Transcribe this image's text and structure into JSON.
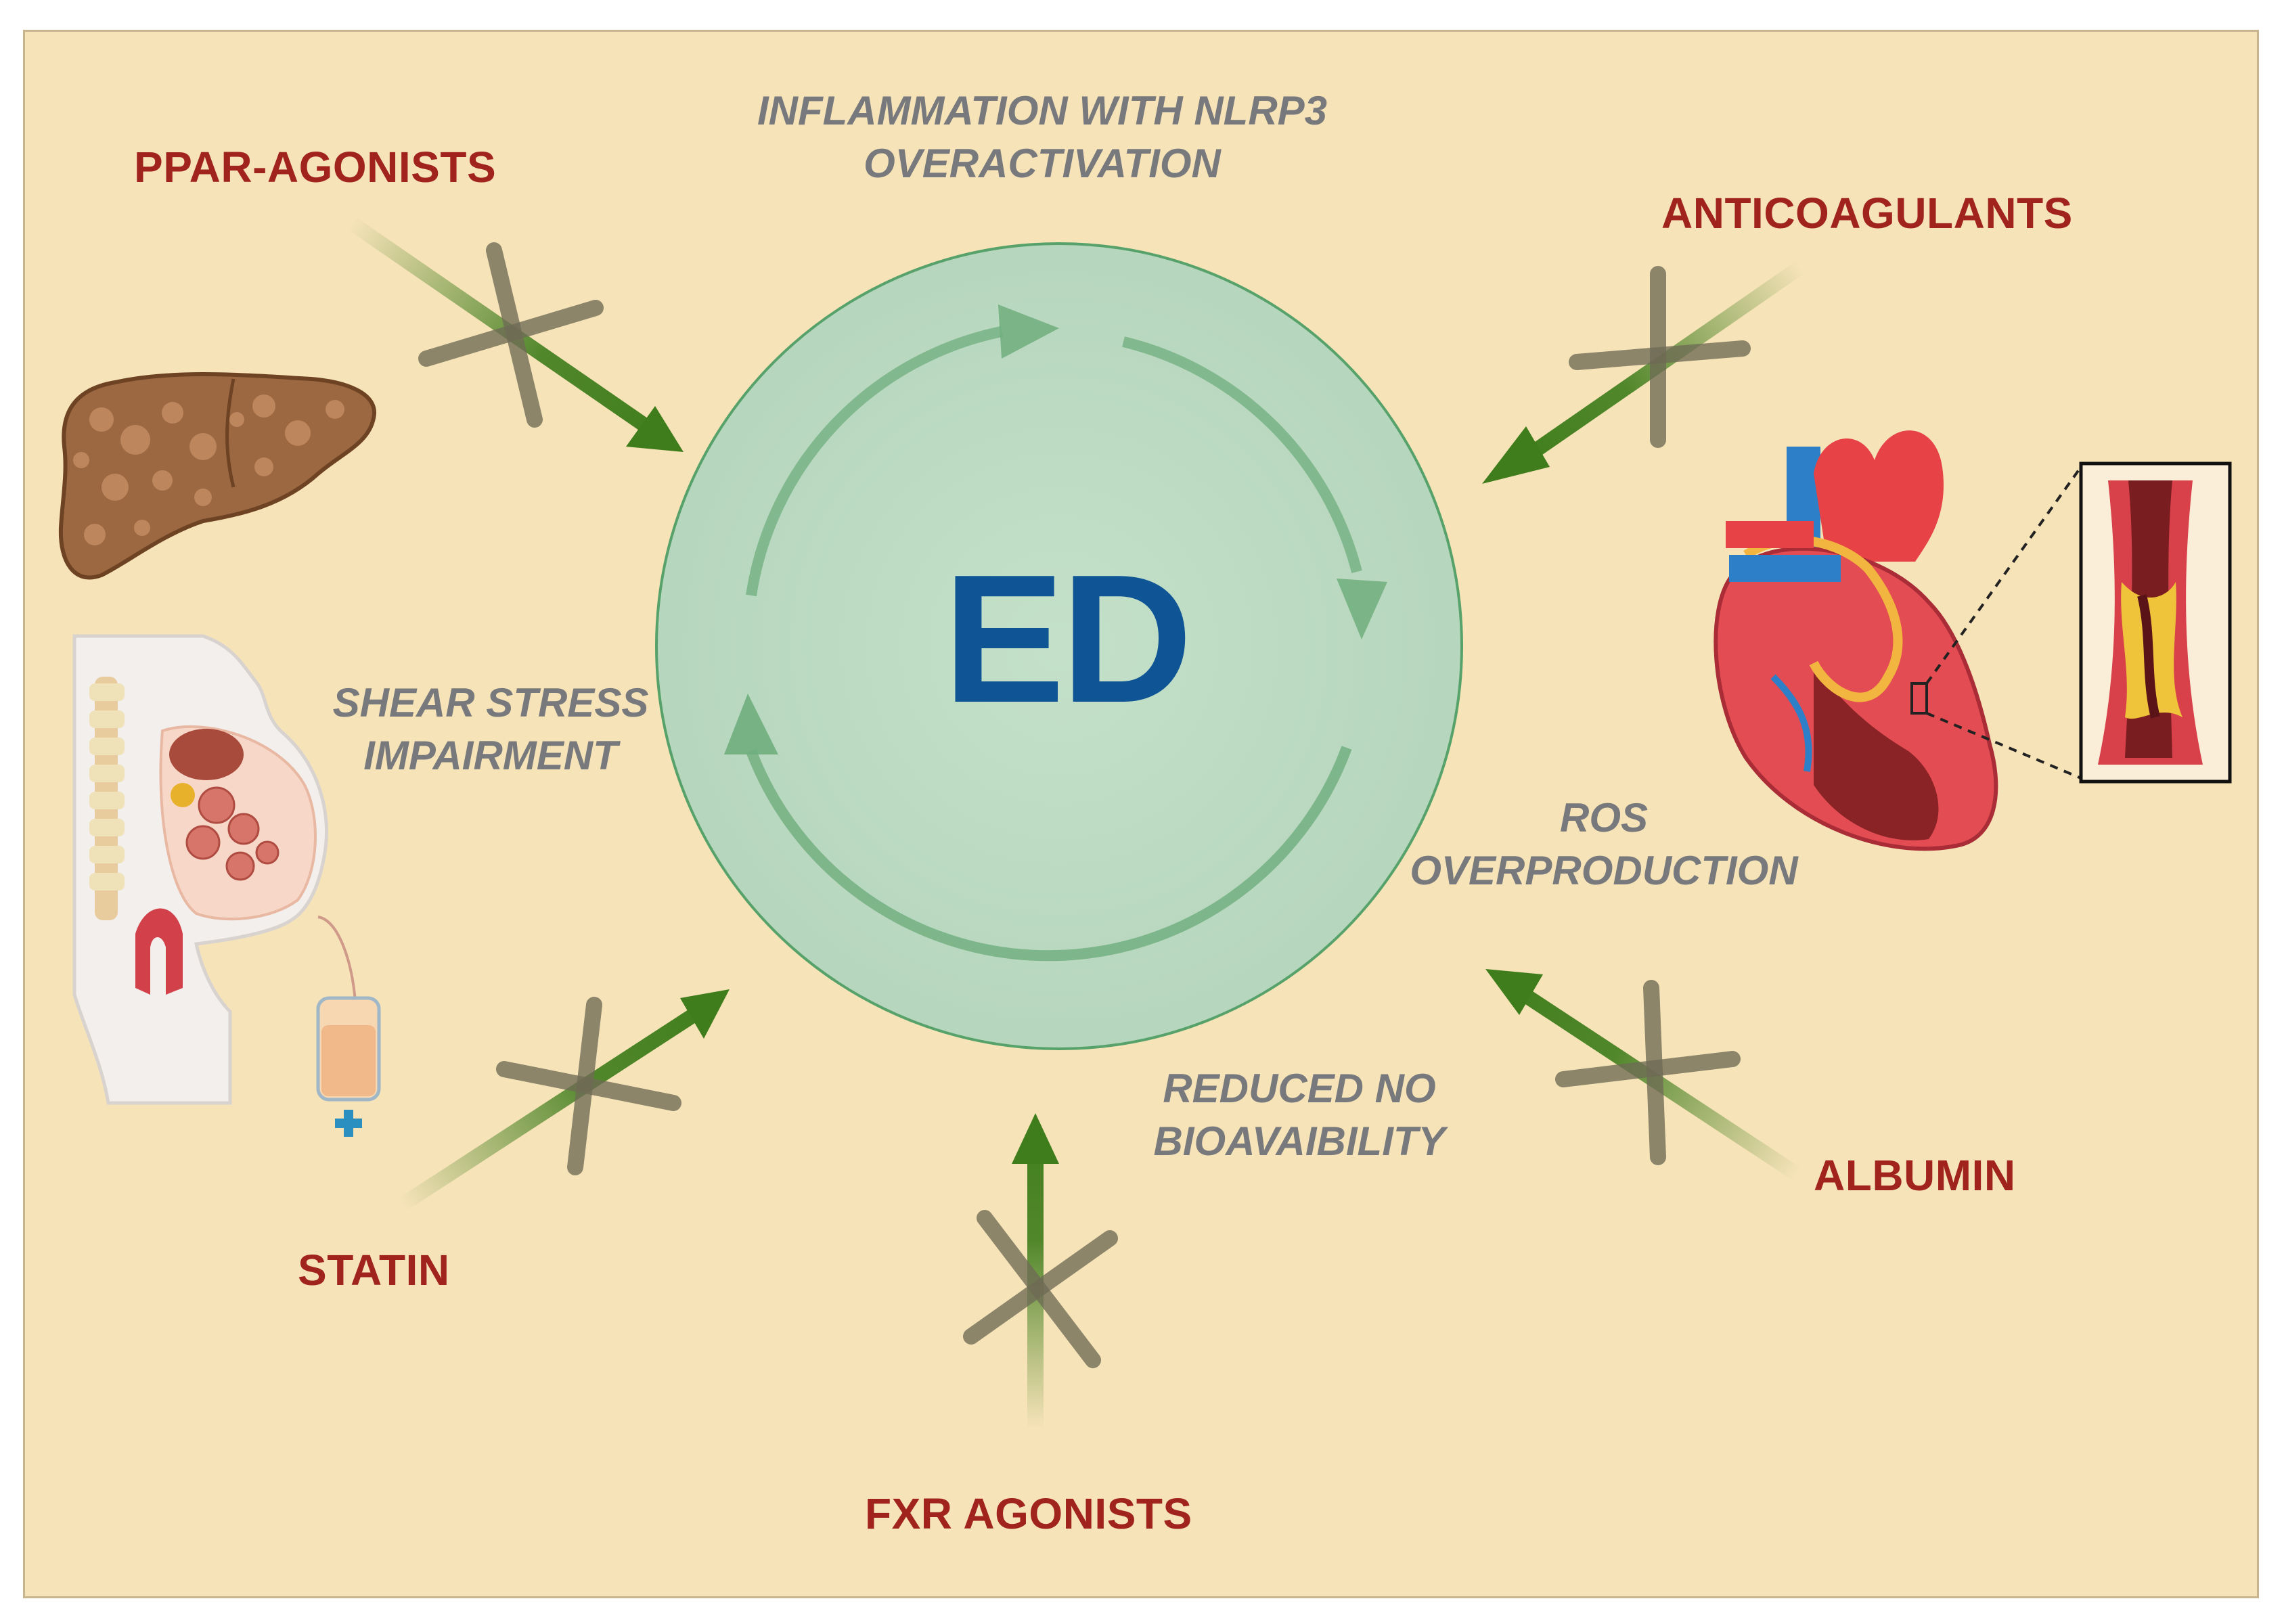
{
  "center": {
    "label": "ED"
  },
  "mechanisms": {
    "inflammation": [
      "INFLAMMATION WITH NLRP3",
      "OVERACTIVATION"
    ],
    "shear_stress": [
      "SHEAR STRESS",
      "IMPAIRMENT"
    ],
    "ros": [
      "ROS",
      "OVERPRODUCTION"
    ],
    "no": [
      "REDUCED NO",
      "BIOAVAIBILITY"
    ]
  },
  "therapies": {
    "ppar": "PPAR-AGONISTS",
    "anticoagulants": "ANTICOAGULANTS",
    "statin": "STATIN",
    "albumin": "ALBUMIN",
    "fxr": "FXR AGONISTS"
  },
  "colors": {
    "background": "#f6e3b8",
    "circle_fill": "#bfdcc5",
    "circle_stroke": "#57a26a",
    "arrow_green": "#3f7d1c",
    "drug_text": "#a0241d",
    "mechanism_text": "#77797c",
    "center_text": "#0f5595",
    "cross": "#6e6a55"
  },
  "icons": [
    "liver-icon",
    "body-cirrhosis-ascites-icon",
    "heart-icon",
    "artery-plaque-icon"
  ]
}
